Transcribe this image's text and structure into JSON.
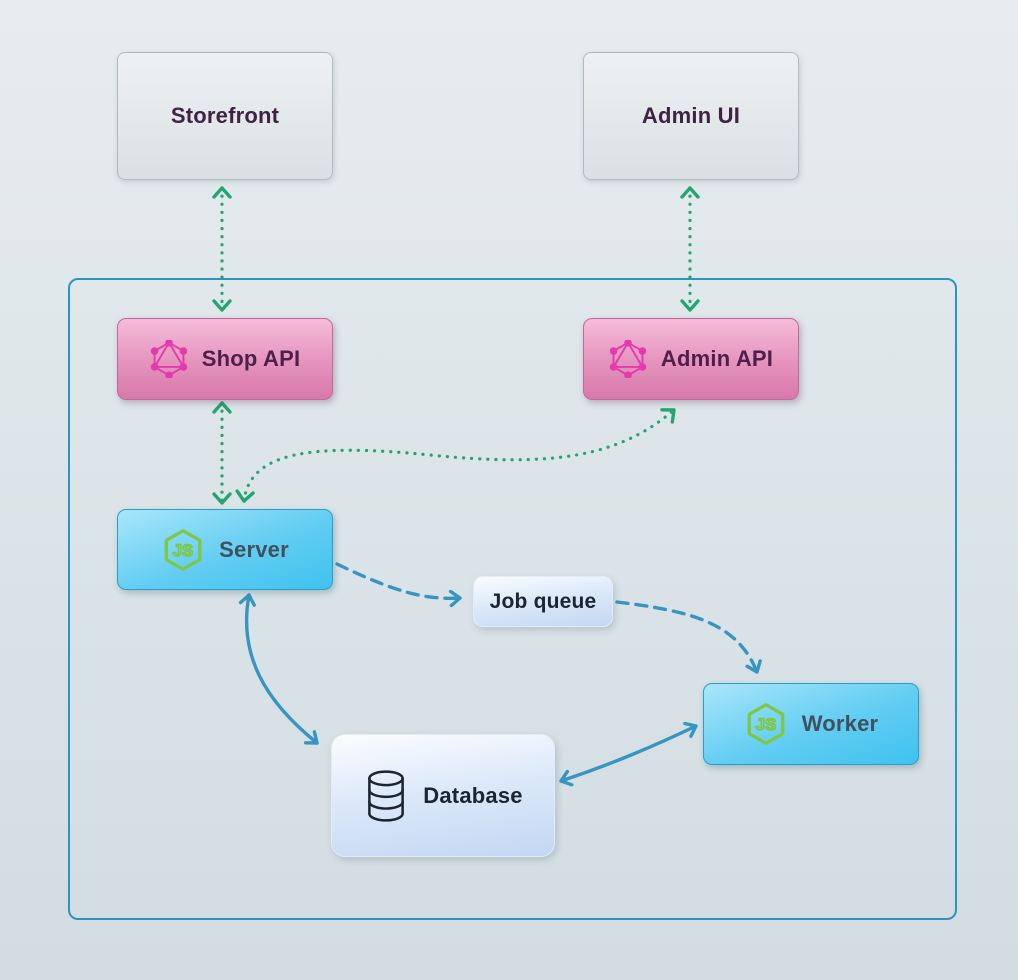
{
  "diagram_title": "",
  "nodes": {
    "storefront": {
      "label": "Storefront"
    },
    "admin_ui": {
      "label": "Admin UI"
    },
    "shop_api": {
      "label": "Shop API",
      "icon": "graphql-icon"
    },
    "admin_api": {
      "label": "Admin API",
      "icon": "graphql-icon"
    },
    "server": {
      "label": "Server",
      "icon": "nodejs-icon"
    },
    "job_queue": {
      "label": "Job queue"
    },
    "worker": {
      "label": "Worker",
      "icon": "nodejs-icon"
    },
    "database": {
      "label": "Database",
      "icon": "database-icon"
    }
  },
  "edges": [
    {
      "from": "storefront",
      "to": "shop_api",
      "style": "dotted",
      "color": "#23a573",
      "bidirectional": true
    },
    {
      "from": "admin_ui",
      "to": "admin_api",
      "style": "dotted",
      "color": "#23a573",
      "bidirectional": true
    },
    {
      "from": "shop_api",
      "to": "server",
      "style": "dotted",
      "color": "#23a573",
      "bidirectional": true
    },
    {
      "from": "server",
      "to": "admin_api",
      "style": "dotted",
      "color": "#23a573",
      "bidirectional": true
    },
    {
      "from": "server",
      "to": "job_queue",
      "style": "dashed",
      "color": "#3795c2",
      "bidirectional": false
    },
    {
      "from": "job_queue",
      "to": "worker",
      "style": "dashed",
      "color": "#3795c2",
      "bidirectional": false
    },
    {
      "from": "server",
      "to": "database",
      "style": "solid",
      "color": "#3795c2",
      "bidirectional": true
    },
    {
      "from": "database",
      "to": "worker",
      "style": "solid",
      "color": "#3795c2",
      "bidirectional": true
    }
  ],
  "colors": {
    "arrow_green": "#23a573",
    "arrow_blue": "#3795c2",
    "container_border": "#2f93bf",
    "graphql_icon": "#e23bae",
    "nodejs_icon": "#7fc743",
    "database_icon": "#1b2430"
  }
}
